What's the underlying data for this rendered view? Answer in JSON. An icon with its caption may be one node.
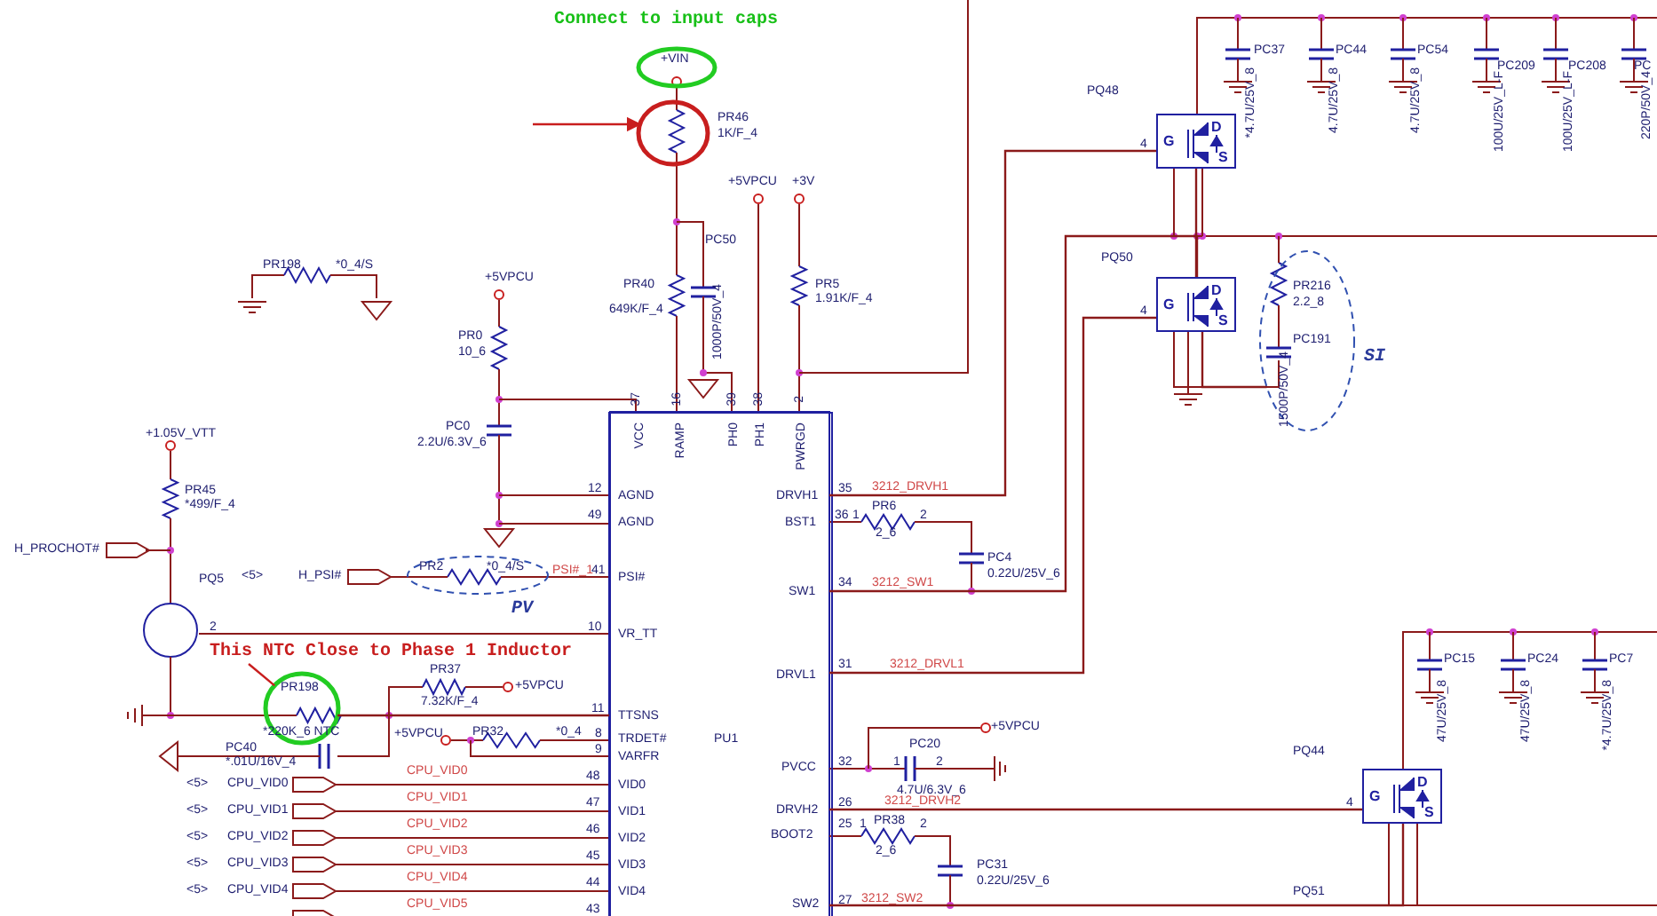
{
  "diagram": {
    "nodes": [
      {
        "text": [
          "+VIN"
        ]
      },
      {
        "text": [],
        "shape": "circle"
      },
      {
        "text": [
          "PU1"
        ]
      },
      {
        "text": [
          "PR2",
          "*0_4/S"
        ],
        "beside": [
          "PV"
        ]
      },
      {
        "text": [
          "This NTC Close to Phase 1 Inductor"
        ]
      },
      {
        "text": [
          "PR198",
          "*220K_6 NTC"
        ]
      },
      {
        "text": [
          "PR216",
          "2.2_8",
          "PC191",
          "1500P/50V_4"
        ],
        "beside": [
          "SI"
        ]
      },
      {
        "text": [
          "G",
          "D",
          "S"
        ],
        "beside": [
          "PQ48"
        ]
      },
      {
        "text": [
          "G",
          "D",
          "S"
        ],
        "beside": [
          "PQ50"
        ]
      },
      {
        "text": [
          "G",
          "D",
          "S"
        ],
        "beside": [
          "PQ44"
        ]
      }
    ],
    "edges": [
      {
        "from": null,
        "to": 1,
        "arrow": "to",
        "color": "#c81e1e"
      },
      {
        "from": 4,
        "to": 5,
        "arrow": "none",
        "color": "#c81e1e"
      },
      {
        "from": 2,
        "to": 7,
        "arrow": "none"
      },
      {
        "from": 2,
        "to": 8,
        "arrow": "none"
      },
      {
        "from": 2,
        "to": 9,
        "arrow": "none"
      },
      {
        "from": 2,
        "to": 8,
        "arrow": "none"
      },
      {
        "from": 7,
        "to": 8,
        "arrow": "none"
      },
      {
        "from": 2,
        "to": 9,
        "arrow": "none"
      },
      {
        "from": 8,
        "to": 6,
        "arrow": "none"
      },
      {
        "from": 5,
        "to": 2,
        "arrow": "none"
      }
    ],
    "labels": [
      "Connect to input caps",
      "PR46",
      "1K/F_4",
      "+5VPCU",
      "+3V",
      "PC50",
      "PR198",
      "*0_4/S",
      "+5VPCU",
      "PR40",
      "649K/F_4",
      "1000P/50V_4",
      "PR5",
      "1.91K/F_4",
      "PR0",
      "10_6",
      "37",
      "16",
      "39",
      "38",
      "2",
      "PC0",
      "2.2U/6.3V_6",
      "VCC",
      "RAMP",
      "PH0",
      "PH1",
      "PWRGD",
      "+1.05V_VTT",
      "PR45",
      "*499/F_4",
      "12",
      "AGND",
      "DRVH1",
      "35",
      "3212_DRVH1",
      "49",
      "AGND",
      "BST1",
      "36",
      "1",
      "PR6",
      "2",
      "2_6",
      "H_PROCHOT#",
      "PQ5",
      "<5>",
      "H_PSI#",
      "PSI#_1",
      "41",
      "PSI#",
      "PC4",
      "0.22U/25V_6",
      "34",
      "3212_SW1",
      "SW1",
      "2",
      "10",
      "VR_TT",
      "PR37",
      "+5VPCU",
      "DRVL1",
      "31",
      "3212_DRVL1",
      "7.32K/F_4",
      "11",
      "TTSNS",
      "+5VPCU",
      "PC20",
      "+5VPCU",
      "PR32",
      "*0_4",
      "8",
      "TRDET#",
      "9",
      "VARFR",
      "PC40",
      "*.01U/16V_4",
      "32",
      "1",
      "2",
      "PVCC",
      "4.7U/6.3V_6",
      "CPU_VID0",
      "<5>",
      "CPU_VID0",
      "48",
      "VID0",
      "CPU_VID1",
      "<5>",
      "CPU_VID1",
      "47",
      "VID1",
      "CPU_VID2",
      "<5>",
      "CPU_VID2",
      "46",
      "VID2",
      "CPU_VID3",
      "<5>",
      "CPU_VID3",
      "45",
      "VID3",
      "CPU_VID4",
      "<5>",
      "CPU_VID4",
      "44",
      "VID4",
      "CPU_VID5",
      "43",
      "DRVH2",
      "26",
      "3212_DRVH2",
      "PR38",
      "BOOT2",
      "25",
      "1",
      "2",
      "2_6",
      "PC31",
      "0.22U/25V_6",
      "SW2",
      "27",
      "3212_SW2",
      "4",
      "PC37",
      "*4.7U/25V_8",
      "PC44",
      "4.7U/25V_8",
      "PC54",
      "4.7U/25V_8",
      "PC209",
      "100U/25V_L-F",
      "PC208",
      "100U/25V_L-F",
      "PC",
      "220P/50V_4",
      "4",
      "PC15",
      "47U/25V_8",
      "PC24",
      "47U/25V_8",
      "PC7",
      "*4.7U/25V_8",
      "4",
      "PQ51"
    ]
  }
}
